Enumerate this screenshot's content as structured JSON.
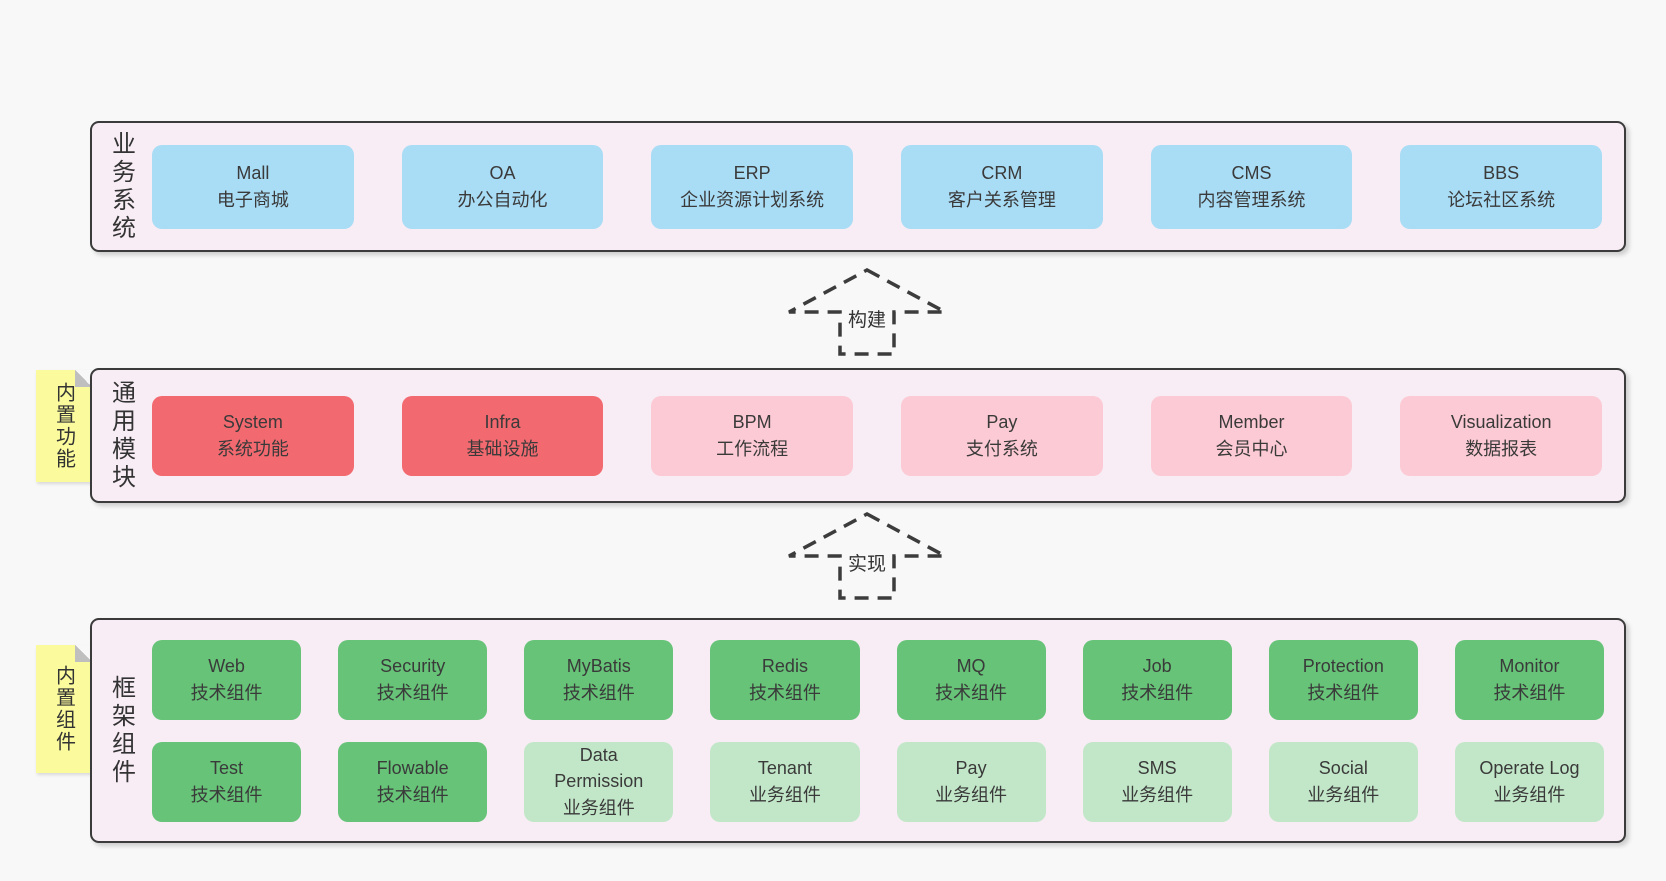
{
  "colors": {
    "page_bg": "#f8f8f8",
    "panel_bg": "#f8edf5",
    "panel_border": "#3b3b3b",
    "blue_box": "#a9dcf5",
    "red_box": "#f2696f",
    "pink_box": "#fccad4",
    "green_box": "#66c377",
    "light_green_box": "#c2e7c8",
    "sticky_yellow": "#fbfb9e",
    "text": "#3a3a3a"
  },
  "arrows": [
    {
      "label": "构建"
    },
    {
      "label": "实现"
    }
  ],
  "layers": {
    "business": {
      "title": "业务系统",
      "boxes": [
        {
          "name": "Mall",
          "desc": "电子商城"
        },
        {
          "name": "OA",
          "desc": "办公自动化"
        },
        {
          "name": "ERP",
          "desc": "企业资源计划系统"
        },
        {
          "name": "CRM",
          "desc": "客户关系管理"
        },
        {
          "name": "CMS",
          "desc": "内容管理系统"
        },
        {
          "name": "BBS",
          "desc": "论坛社区系统"
        }
      ]
    },
    "modules": {
      "sticky": "内置功能",
      "title": "通用模块",
      "boxes": [
        {
          "name": "System",
          "desc": "系统功能",
          "variant": "red"
        },
        {
          "name": "Infra",
          "desc": "基础设施",
          "variant": "red"
        },
        {
          "name": "BPM",
          "desc": "工作流程",
          "variant": "pink"
        },
        {
          "name": "Pay",
          "desc": "支付系统",
          "variant": "pink"
        },
        {
          "name": "Member",
          "desc": "会员中心",
          "variant": "pink"
        },
        {
          "name": "Visualization",
          "desc": "数据报表",
          "variant": "pink"
        }
      ]
    },
    "components": {
      "sticky": "内置组件",
      "title": "框架组件",
      "row1": [
        {
          "name": "Web",
          "desc": "技术组件",
          "variant": "green"
        },
        {
          "name": "Security",
          "desc": "技术组件",
          "variant": "green"
        },
        {
          "name": "MyBatis",
          "desc": "技术组件",
          "variant": "green"
        },
        {
          "name": "Redis",
          "desc": "技术组件",
          "variant": "green"
        },
        {
          "name": "MQ",
          "desc": "技术组件",
          "variant": "green"
        },
        {
          "name": "Job",
          "desc": "技术组件",
          "variant": "green"
        },
        {
          "name": "Protection",
          "desc": "技术组件",
          "variant": "green"
        },
        {
          "name": "Monitor",
          "desc": "技术组件",
          "variant": "green"
        }
      ],
      "row2": [
        {
          "name": "Test",
          "desc": "技术组件",
          "variant": "green"
        },
        {
          "name": "Flowable",
          "desc": "技术组件",
          "variant": "green"
        },
        {
          "name": "Data Permission",
          "desc": "业务组件",
          "variant": "light-green"
        },
        {
          "name": "Tenant",
          "desc": "业务组件",
          "variant": "light-green"
        },
        {
          "name": "Pay",
          "desc": "业务组件",
          "variant": "light-green"
        },
        {
          "name": "SMS",
          "desc": "业务组件",
          "variant": "light-green"
        },
        {
          "name": "Social",
          "desc": "业务组件",
          "variant": "light-green"
        },
        {
          "name": "Operate Log",
          "desc": "业务组件",
          "variant": "light-green"
        }
      ]
    }
  }
}
